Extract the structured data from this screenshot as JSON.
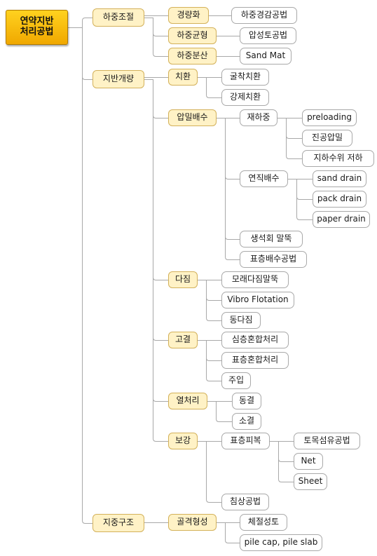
{
  "root": {
    "line1": "연약지반",
    "line2": "처리공법"
  },
  "nodes": {
    "load": "하중조절",
    "light": "경량화",
    "light_m": "하중경감공법",
    "balance": "하중균형",
    "balance_m": "압성토공법",
    "spread": "하중분산",
    "spread_m": "Sand Mat",
    "improve": "지반개량",
    "replace": "치환",
    "replace_a": "굴착치환",
    "replace_b": "강제치환",
    "drain": "압밀배수",
    "surcharge": "재하중",
    "preload": "preloading",
    "vacuum": "진공압밀",
    "gwl": "지하수위 저하",
    "vdrain": "연직배수",
    "sand": "sand drain",
    "pack": "pack drain",
    "paper": "paper drain",
    "lime": "생석회 말뚝",
    "surfdrain": "표층배수공법",
    "compact": "다짐",
    "sandpile": "모래다짐말뚝",
    "vibro": "Vibro Flotation",
    "dynamic": "동다짐",
    "solidify": "고결",
    "deepmix": "심층혼합처리",
    "shallowmix": "표층혼합처리",
    "grout": "주입",
    "heat": "열처리",
    "freeze": "동결",
    "sinter": "소결",
    "reinforce": "보강",
    "cover": "표층피복",
    "geotex": "토목섬유공법",
    "net": "Net",
    "sheet": "Sheet",
    "sinking": "침상공법",
    "support": "지중구조",
    "frame": "골격형성",
    "fill": "체절성토",
    "pilecap": "pile cap, pile slab"
  },
  "colors": {
    "root_fill": "#f5b400",
    "branch_fill": "#fff2c6",
    "branch_border": "#d3b15a",
    "leaf_border": "#a9a9a9",
    "line": "#a8a8a8"
  }
}
